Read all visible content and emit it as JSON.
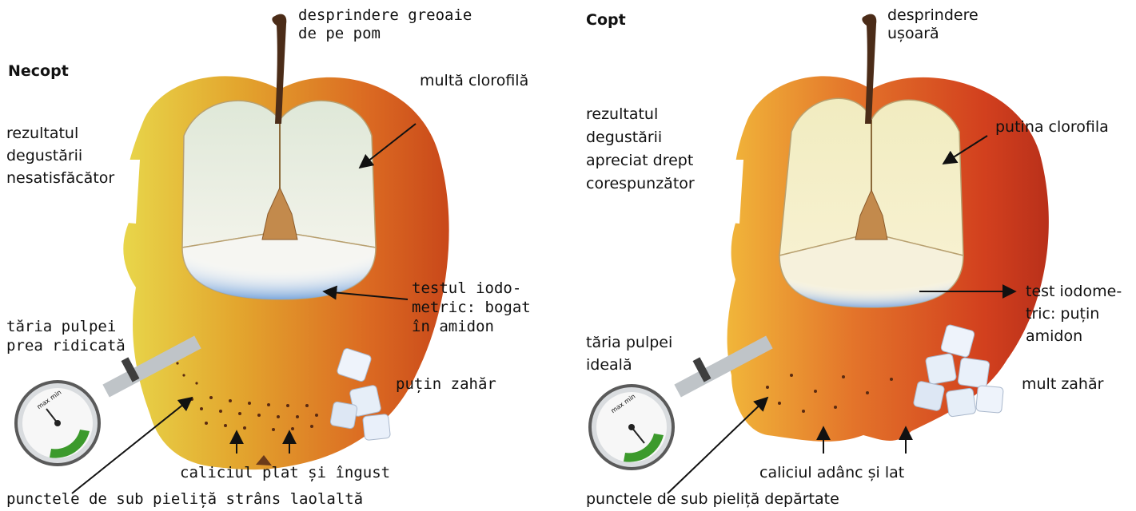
{
  "left": {
    "title": "Necopt",
    "stem_label": [
      "desprindere greoaie",
      "de pe pom"
    ],
    "chlorophyll": "multă clorofilă",
    "tasting": [
      "rezultatul",
      "degustării",
      "nesatisfăcător"
    ],
    "iodine": [
      "testul iodo-",
      "metric: bogat",
      "în amidon"
    ],
    "firmness": [
      "tăria pulpei",
      "prea ridicată"
    ],
    "sugar": "puțin zahăr",
    "calyx": "caliciul plat și îngust",
    "dots": "punctele de sub pieliță strâns laolaltă",
    "gauge_text": "max  min"
  },
  "right": {
    "title": "Copt",
    "stem_label": [
      "desprindere",
      "ușoară"
    ],
    "chlorophyll": "putina clorofila",
    "tasting": [
      "rezultatul",
      "degustării",
      "apreciat drept",
      "corespunzător"
    ],
    "iodine": [
      "test iodome-",
      "tric: puțin",
      "amidon"
    ],
    "firmness": [
      "tăria pulpei",
      "ideală"
    ],
    "sugar": "mult zahăr",
    "calyx": "caliciul adânc și lat",
    "dots": "punctele de sub pieliță depărtate",
    "gauge_text": "max  min"
  },
  "colors": {
    "unripe_skin_light": "#d9c23a",
    "unripe_skin_dark": "#d9651d",
    "ripe_skin_light": "#e89a2a",
    "ripe_skin_dark": "#c9331c",
    "flesh": "#eaeede",
    "starch_blue": "#8fb5e0",
    "gauge_green": "#3c9a2c"
  }
}
